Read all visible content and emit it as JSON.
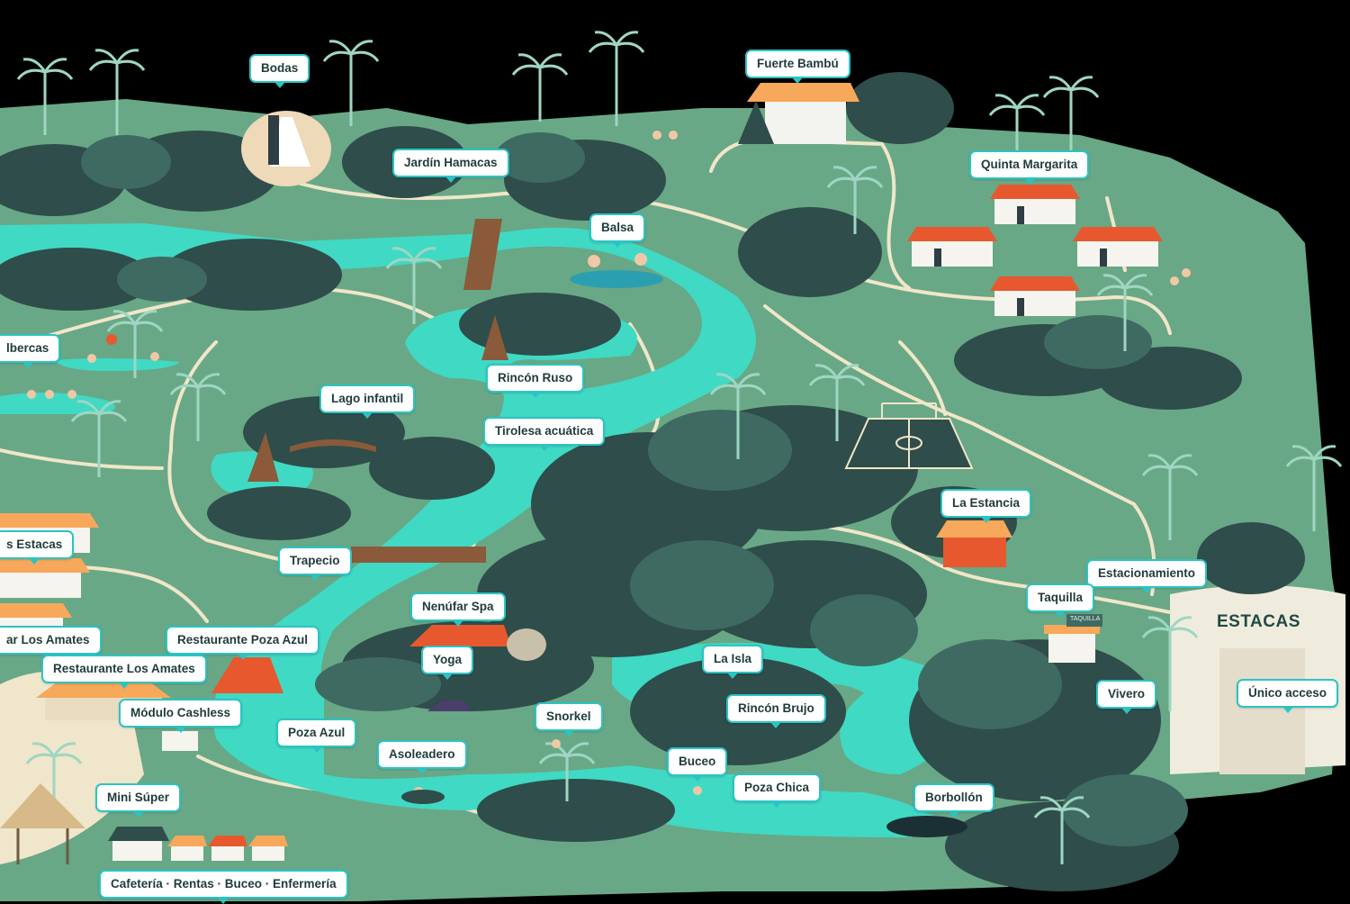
{
  "brand": {
    "logo_text": "ESTACAS",
    "ticket_sign": "TAQUILLA"
  },
  "colors": {
    "background": "#000000",
    "land": "#68a886",
    "water": "#40d9c4",
    "foliage_dark": "#2f4d4a",
    "foliage_mid": "#3f6a62",
    "palm": "#9fd6c2",
    "path": "#f1e6c9",
    "roof": "#e8582e",
    "label_border": "#2bc4c4"
  },
  "labels": {
    "bodas": "Bodas",
    "fuerte_bambu": "Fuerte Bambú",
    "jardin_hamacas": "Jardín Hamacas",
    "quinta_margarita": "Quinta Margarita",
    "balsa": "Balsa",
    "albercas": "lbercas",
    "rincon_ruso": "Rincón Ruso",
    "lago_infantil": "Lago infantil",
    "tirolesa_acuatica": "Tirolesa acuática",
    "la_estancia": "La Estancia",
    "las_estacas": "s Estacas",
    "estacionamiento": "Estacionamiento",
    "trapecio": "Trapecio",
    "taquilla": "Taquilla",
    "nenufar_spa": "Nenúfar Spa",
    "bar_los_amates": "ar Los Amates",
    "restaurante_poza_azul": "Restaurante Poza Azul",
    "la_isla": "La Isla",
    "yoga": "Yoga",
    "restaurante_los_amates": "Restaurante Los Amates",
    "vivero": "Vivero",
    "unico_acceso": "Único acceso",
    "rincon_brujo": "Rincón Brujo",
    "modulo_cashless": "Módulo Cashless",
    "snorkel": "Snorkel",
    "poza_azul": "Poza Azul",
    "asoleadero": "Asoleadero",
    "buceo": "Buceo",
    "poza_chica": "Poza Chica",
    "borbollon": "Borbollón",
    "mini_super": "Mini Súper",
    "cafeteria_rentas": "Cafetería · Rentas · Buceo · Enfermería"
  },
  "icons": [
    "palm-tree-icon",
    "house-icon",
    "soccer-field-icon",
    "bridge-icon",
    "raft-icon",
    "swimmer-icon",
    "pergola-icon"
  ]
}
